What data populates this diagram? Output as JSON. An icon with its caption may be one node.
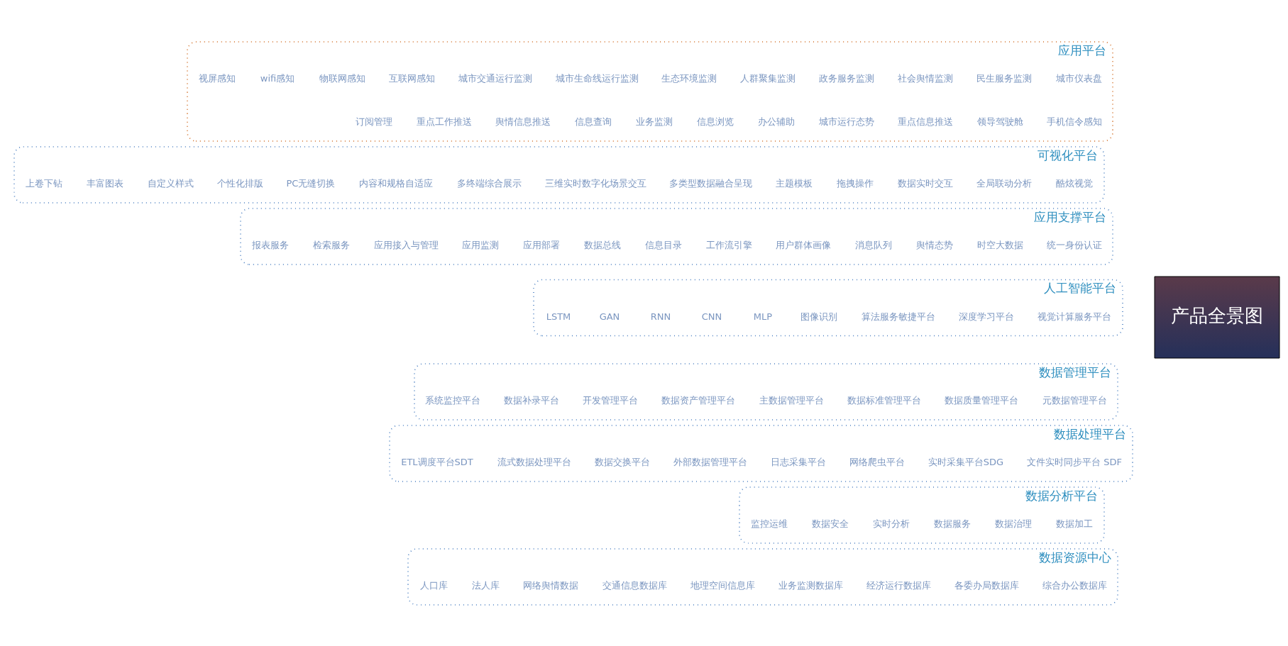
{
  "diagram": {
    "nodes": [
      {
        "text": [
          "应用平台"
        ]
      },
      {
        "text": [
          "城市仪表盘"
        ],
        "in": 0
      },
      {
        "text": [
          "民生服务监测"
        ],
        "in": 0
      },
      {
        "text": [
          "社会舆情监测"
        ],
        "in": 0
      },
      {
        "text": [
          "政务服务监测"
        ],
        "in": 0
      },
      {
        "text": [
          "人群聚集监测"
        ],
        "in": 0
      },
      {
        "text": [
          "生态环境监测"
        ],
        "in": 0
      },
      {
        "text": [
          "城市生命线运行监测"
        ],
        "in": 0
      },
      {
        "text": [
          "城市交通运行监测"
        ],
        "in": 0
      },
      {
        "text": [
          "互联网感知"
        ],
        "in": 0
      },
      {
        "text": [
          "物联网感知"
        ],
        "in": 0
      },
      {
        "text": [
          "wifi感知"
        ],
        "in": 0
      },
      {
        "text": [
          "视屏感知"
        ],
        "in": 0
      },
      {
        "text": [
          "手机信令感知"
        ],
        "in": 0
      },
      {
        "text": [
          "领导驾驶舱"
        ],
        "in": 0
      },
      {
        "text": [
          "重点信息推送"
        ],
        "in": 0
      },
      {
        "text": [
          "城市运行态势"
        ],
        "in": 0
      },
      {
        "text": [
          "办公辅助"
        ],
        "in": 0
      },
      {
        "text": [
          "信息浏览"
        ],
        "in": 0
      },
      {
        "text": [
          "业务监测"
        ],
        "in": 0
      },
      {
        "text": [
          "信息查询"
        ],
        "in": 0
      },
      {
        "text": [
          "舆情信息推送"
        ],
        "in": 0
      },
      {
        "text": [
          "重点工作推送"
        ],
        "in": 0
      },
      {
        "text": [
          "订阅管理"
        ],
        "in": 0
      },
      {
        "text": [
          "可视化平台"
        ]
      },
      {
        "text": [
          "酷炫视觉"
        ],
        "in": 24
      },
      {
        "text": [
          "全局联动分析"
        ],
        "in": 24
      },
      {
        "text": [
          "数据实时交互"
        ],
        "in": 24
      },
      {
        "text": [
          "拖拽操作"
        ],
        "in": 24
      },
      {
        "text": [
          "主题模板"
        ],
        "in": 24
      },
      {
        "text": [
          "多类型数据融合呈现"
        ],
        "in": 24
      },
      {
        "text": [
          "三维实时数字化场景交互"
        ],
        "in": 24
      },
      {
        "text": [
          "多终端综合展示"
        ],
        "in": 24
      },
      {
        "text": [
          "内容和规格自适应"
        ],
        "in": 24
      },
      {
        "text": [
          "PC无缝切换"
        ],
        "in": 24
      },
      {
        "text": [
          "个性化排版"
        ],
        "in": 24
      },
      {
        "text": [
          "自定义样式"
        ],
        "in": 24
      },
      {
        "text": [
          "丰富图表"
        ],
        "in": 24
      },
      {
        "text": [
          "上卷下钻"
        ],
        "in": 24
      },
      {
        "text": [
          "应用支撑平台"
        ]
      },
      {
        "text": [
          "统一身份认证"
        ],
        "in": 39
      },
      {
        "text": [
          "时空大数据"
        ],
        "in": 39
      },
      {
        "text": [
          "舆情态势"
        ],
        "in": 39
      },
      {
        "text": [
          "消息队列"
        ],
        "in": 39
      },
      {
        "text": [
          "用户群体画像"
        ],
        "in": 39
      },
      {
        "text": [
          "工作流引擎"
        ],
        "in": 39
      },
      {
        "text": [
          "信息目录"
        ],
        "in": 39
      },
      {
        "text": [
          "数据总线"
        ],
        "in": 39
      },
      {
        "text": [
          "应用部署"
        ],
        "in": 39
      },
      {
        "text": [
          "应用监测"
        ],
        "in": 39
      },
      {
        "text": [
          "应用接入与管理"
        ],
        "in": 39
      },
      {
        "text": [
          "检索服务"
        ],
        "in": 39
      },
      {
        "text": [
          "报表服务"
        ],
        "in": 39
      },
      {
        "text": [
          "人工智能平台"
        ]
      },
      {
        "text": [
          "视觉计算服务平台"
        ],
        "in": 53
      },
      {
        "text": [
          "深度学习平台"
        ],
        "in": 53
      },
      {
        "text": [
          "算法服务敏捷平台"
        ],
        "in": 53
      },
      {
        "text": [
          "图像识别"
        ],
        "in": 53
      },
      {
        "text": [
          "MLP"
        ],
        "in": 53
      },
      {
        "text": [
          "CNN"
        ],
        "in": 53
      },
      {
        "text": [
          "RNN"
        ],
        "in": 53
      },
      {
        "text": [
          "GAN"
        ],
        "in": 53
      },
      {
        "text": [
          "LSTM"
        ],
        "in": 53
      },
      {
        "text": [
          "数据管理平台"
        ]
      },
      {
        "text": [
          "元数据管理平台"
        ],
        "in": 63
      },
      {
        "text": [
          "数据质量管理平台"
        ],
        "in": 63
      },
      {
        "text": [
          "数据标准管理平台"
        ],
        "in": 63
      },
      {
        "text": [
          "主数据管理平台"
        ],
        "in": 63
      },
      {
        "text": [
          "数据资产管理平台"
        ],
        "in": 63
      },
      {
        "text": [
          "开发管理平台"
        ],
        "in": 63
      },
      {
        "text": [
          "数据补录平台"
        ],
        "in": 63
      },
      {
        "text": [
          "系统监控平台"
        ],
        "in": 63
      },
      {
        "text": [
          "数据处理平台"
        ]
      },
      {
        "text": [
          "文件实时同步平台 SDF"
        ],
        "in": 72
      },
      {
        "text": [
          "实时采集平台SDG"
        ],
        "in": 72
      },
      {
        "text": [
          "网络爬虫平台"
        ],
        "in": 72
      },
      {
        "text": [
          "日志采集平台"
        ],
        "in": 72
      },
      {
        "text": [
          "外部数据管理平台"
        ],
        "in": 72
      },
      {
        "text": [
          "数据交换平台"
        ],
        "in": 72
      },
      {
        "text": [
          "流式数据处理平台"
        ],
        "in": 72
      },
      {
        "text": [
          "ETL调度平台SDT"
        ],
        "in": 72
      },
      {
        "text": [
          "数据分析平台"
        ]
      },
      {
        "text": [
          "数据加工"
        ],
        "in": 81
      },
      {
        "text": [
          "数据治理"
        ],
        "in": 81
      },
      {
        "text": [
          "数据服务"
        ],
        "in": 81
      },
      {
        "text": [
          "实时分析"
        ],
        "in": 81
      },
      {
        "text": [
          "数据安全"
        ],
        "in": 81
      },
      {
        "text": [
          "监控运维"
        ],
        "in": 81
      },
      {
        "text": [
          "数据资源中心"
        ]
      },
      {
        "text": [
          "综合办公数据库"
        ],
        "in": 88
      },
      {
        "text": [
          "各委办局数据库"
        ],
        "in": 88
      },
      {
        "text": [
          "经济运行数据库"
        ],
        "in": 88
      },
      {
        "text": [
          "业务监测数据库"
        ],
        "in": 88
      },
      {
        "text": [
          "地理空间信息库"
        ],
        "in": 88
      },
      {
        "text": [
          "交通信息数据库"
        ],
        "in": 88
      },
      {
        "text": [
          "网络舆情数据"
        ],
        "in": 88
      },
      {
        "text": [
          "法人库"
        ],
        "in": 88
      },
      {
        "text": [
          "人口库"
        ],
        "in": 88
      },
      {
        "text": [
          "产品全景图"
        ]
      }
    ],
    "edges": []
  }
}
